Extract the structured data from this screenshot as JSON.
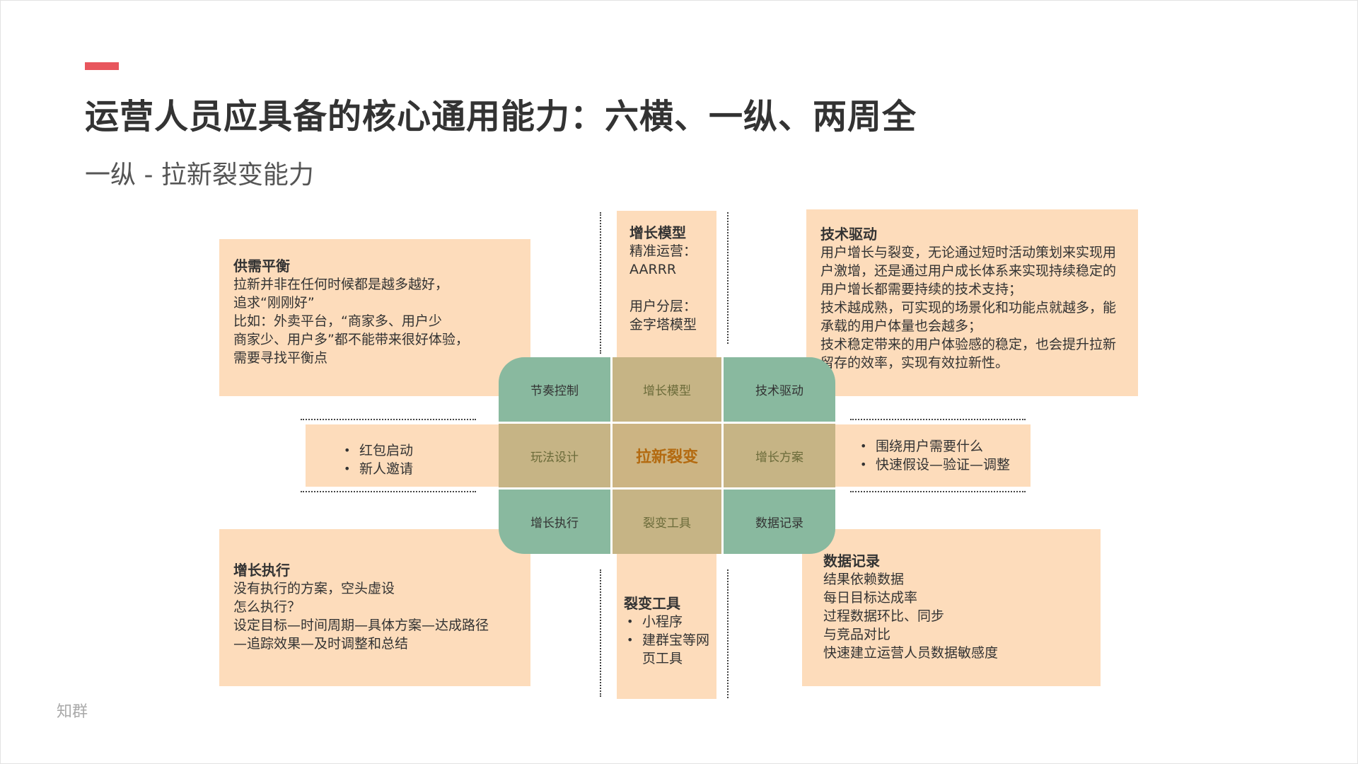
{
  "page": {
    "title": "运营人员应具备的核心通用能力：六横、一纵、两周全",
    "subtitle": "一纵 - 拉新裂变能力",
    "watermark": "知群"
  },
  "colors": {
    "accent": "#e8565d",
    "box": "#fddcbb",
    "teal": "#8ed8d4",
    "center_text": "#b36a10"
  },
  "boxes": {
    "supply": {
      "heading": "供需平衡",
      "lines": [
        "拉新并非在任何时候都是越多越好，",
        "追求“刚刚好”",
        "比如：外卖平台，“商家多、用户少",
        "商家少、用户多”都不能带来很好体验，",
        "需要寻找平衡点"
      ]
    },
    "growth_model": {
      "heading": "增长模型",
      "lines": [
        "精准运营：",
        "AARRR",
        "用户分层：",
        "金字塔模型"
      ]
    },
    "tech": {
      "heading": "技术驱动",
      "lines": [
        "用户增长与裂变，无论通过短时活动策划来实现用",
        "户激增，还是通过用户成长体系来实现持续稳定的",
        "用户增长都需要持续的技术支持；",
        "技术越成熟，可实现的场景化和功能点就越多，能",
        "承载的用户体量也会越多；",
        "技术稳定带来的用户体验感的稳定，也会提升拉新",
        "留存的效率，实现有效拉新性。"
      ]
    },
    "play": {
      "items": [
        "红包启动",
        "新人邀请"
      ]
    },
    "plan": {
      "items": [
        "围绕用户需要什么",
        "快速假设—验证—调整"
      ]
    },
    "execution": {
      "heading": "增长执行",
      "lines": [
        "没有执行的方案，空头虚设",
        "怎么执行？",
        "设定目标—时间周期—具体方案—达成路径",
        "—追踪效果—及时调整和总结"
      ]
    },
    "tools": {
      "heading": "裂变工具",
      "items": [
        "小程序",
        "建群宝等网",
        "页工具"
      ]
    },
    "data": {
      "heading": "数据记录",
      "lines": [
        "结果依赖数据",
        "每日目标达成率",
        "过程数据环比、同步",
        "与竞品对比",
        "快速建立运营人员数据敏感度"
      ]
    }
  },
  "grid": {
    "top_left": "节奏控制",
    "top_mid": "增长模型",
    "top_right": "技术驱动",
    "mid_left": "玩法设计",
    "center": "拉新裂变",
    "mid_right": "增长方案",
    "bottom_left": "增长执行",
    "bottom_mid": "裂变工具",
    "bottom_right": "数据记录"
  }
}
